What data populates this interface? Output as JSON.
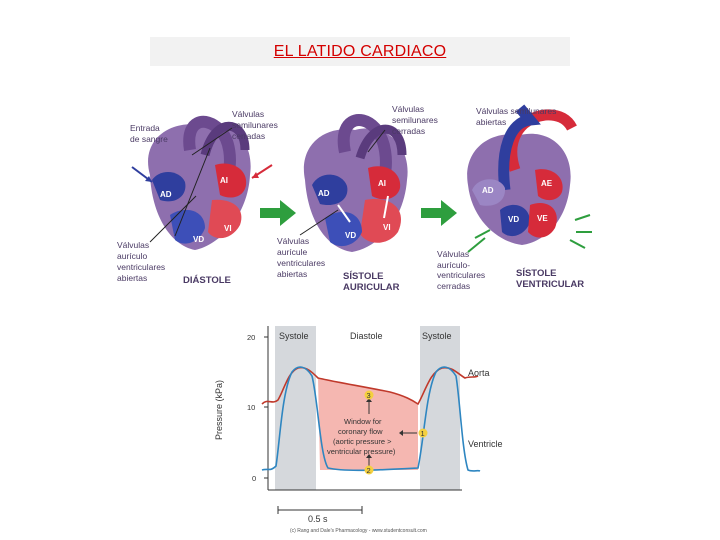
{
  "title": "EL LATIDO CARDIACO",
  "panels": [
    {
      "stage": "DIÁSTOLE",
      "labels": {
        "inflow": [
          "Entrada",
          "de sangre"
        ],
        "semilunar": [
          "Válvulas",
          "semilunares",
          "cerradas"
        ],
        "av": [
          "Válvulas",
          "aurículo",
          "ventriculares",
          "abiertas"
        ]
      },
      "chambers": {
        "ad": "AD",
        "ai": "AI",
        "vd": "VD",
        "vi": "VI"
      }
    },
    {
      "stage": [
        "SÍSTOLE",
        "AURICULAR"
      ],
      "labels": {
        "semilunar": [
          "Válvulas",
          "semilunares",
          "cerradas"
        ],
        "av": [
          "Válvulas",
          "aurícule",
          "ventriculares",
          "abiertas"
        ]
      },
      "chambers": {
        "ad": "AD",
        "ai": "AI",
        "vd": "VD",
        "vi": "VI"
      }
    },
    {
      "stage": [
        "SÍSTOLE",
        "VENTRICULAR"
      ],
      "labels": {
        "semilunar": [
          "Válvulas semilunares",
          "abiertas"
        ],
        "av": [
          "Válvulas",
          "aurículo-",
          "ventriculares",
          "cerradas"
        ]
      },
      "chambers": {
        "ad": "AD",
        "ae": "AE",
        "vd": "VD",
        "ve": "VE"
      }
    }
  ],
  "plot": {
    "phases": [
      "Systole",
      "Diastole",
      "Systole"
    ],
    "ylabel": "Pressure (kPa)",
    "yticks": [
      "20",
      "10",
      "0"
    ],
    "aorta_label": "Aorta",
    "ventricle_label": "Ventricle",
    "window_text": [
      "Window for",
      "coronary flow",
      "(aortic pressure >",
      "ventricular pressure)"
    ],
    "markers": [
      "3",
      "1",
      "2"
    ],
    "scale_bar": "0.5 s",
    "colors": {
      "aorta": "#c0392b",
      "ventricle": "#2e86c1",
      "window_fill": "#f5b7b1",
      "systole_band": "#d5d8dc"
    },
    "credit": "(c) Rang and Dale's Pharmacology - www.studentconsult.com"
  },
  "icons": [
    "arrow-right-icon",
    "arrow-right-icon"
  ]
}
